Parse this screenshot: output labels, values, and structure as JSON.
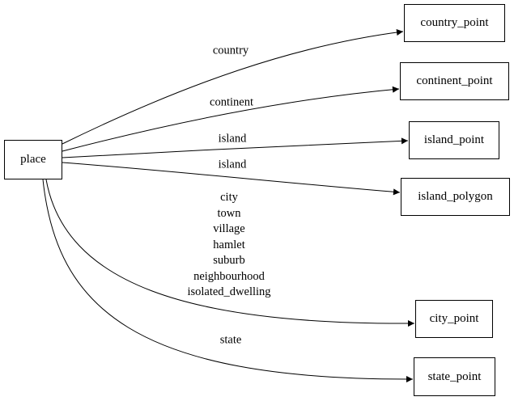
{
  "diagram": {
    "type": "directed-graph",
    "background_color": "#ffffff",
    "stroke_color": "#000000",
    "nodes": {
      "place": {
        "label": "place"
      },
      "country_point": {
        "label": "country_point"
      },
      "continent_point": {
        "label": "continent_point"
      },
      "island_point": {
        "label": "island_point"
      },
      "island_polygon": {
        "label": "island_polygon"
      },
      "city_point": {
        "label": "city_point"
      },
      "state_point": {
        "label": "state_point"
      }
    },
    "edges": [
      {
        "from": "place",
        "to": "country_point",
        "label": "country"
      },
      {
        "from": "place",
        "to": "continent_point",
        "label": "continent"
      },
      {
        "from": "place",
        "to": "island_point",
        "label": "island"
      },
      {
        "from": "place",
        "to": "island_polygon",
        "label": "island"
      },
      {
        "from": "place",
        "to": "city_point",
        "label": "city\ntown\nvillage\nhamlet\nsuburb\nneighbourhood\nisolated_dwelling"
      },
      {
        "from": "place",
        "to": "state_point",
        "label": "state"
      }
    ]
  }
}
